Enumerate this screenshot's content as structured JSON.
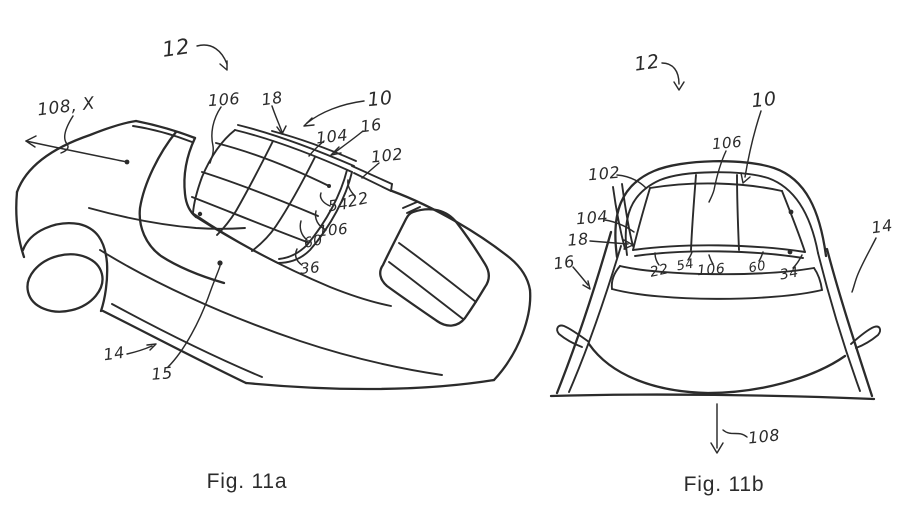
{
  "colors": {
    "ink": "#2b2b2b",
    "paper": "#ffffff"
  },
  "fig11a": {
    "caption": "Fig. 11a",
    "labels": {
      "ref12": "12",
      "ref108x": "108, X",
      "ref106_top": "106",
      "ref18": "18",
      "ref10": "10",
      "ref104": "104",
      "ref16": "16",
      "ref102": "102",
      "ref22": "22",
      "ref54": "54",
      "ref106_mid": "106",
      "ref60": "60",
      "ref36": "36",
      "ref14": "14",
      "ref15": "15"
    }
  },
  "fig11b": {
    "caption": "Fig. 11b",
    "labels": {
      "ref12": "12",
      "ref10": "10",
      "ref106_top": "106",
      "ref102": "102",
      "ref104": "104",
      "ref18": "18",
      "ref16": "16",
      "ref22": "22",
      "ref54": "54",
      "ref106_bow": "106",
      "ref60": "60",
      "ref34": "34",
      "ref14": "14",
      "ref108": "108"
    }
  }
}
